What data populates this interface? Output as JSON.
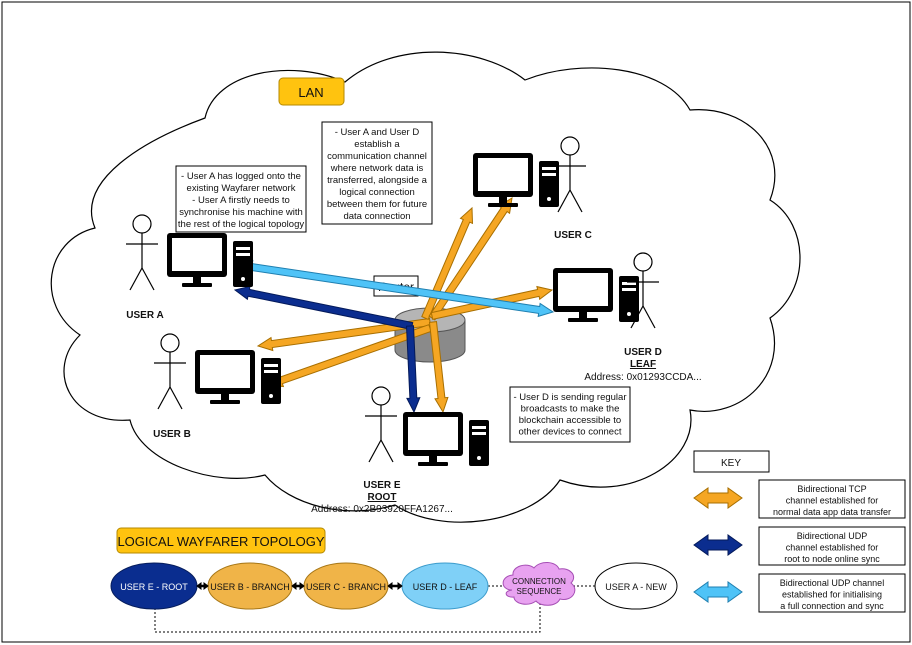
{
  "lan": {
    "label": "LAN"
  },
  "router": {
    "label": "Router"
  },
  "users": {
    "a": {
      "name": "USER A"
    },
    "b": {
      "name": "USER B"
    },
    "c": {
      "name": "USER C"
    },
    "d": {
      "name": "USER D",
      "role": "LEAF",
      "address": "Address: 0x01293CCDA..."
    },
    "e": {
      "name": "USER E",
      "role": "ROOT",
      "address": "Address: 0x2B93920FFA1267..."
    }
  },
  "notes": {
    "user_a": [
      "- User A has logged onto the",
      "existing Wayfarer network",
      "- User A firstly needs to",
      "synchronise his machine with",
      "the rest of the logical topology"
    ],
    "user_ad": [
      "- User A and User D",
      "establish a",
      "communication channel",
      "where network data is",
      "transferred, alongside a",
      "logical connection",
      "between them for future",
      "data connection"
    ],
    "user_d": [
      "- User D is sending regular",
      "broadcasts to make the",
      "blockchain accessible to",
      "other devices to connect"
    ]
  },
  "key": {
    "title": "KEY",
    "tcp": [
      "Bidirectional TCP",
      "channel established for",
      "normal data app data transfer"
    ],
    "udp_sync": [
      "Bidirectional UDP",
      "channel established for",
      "root to node online sync"
    ],
    "udp_init": [
      "Bidirectional UDP channel",
      "established for initialising",
      "a full connection and sync"
    ]
  },
  "topology": {
    "title": "LOGICAL WAYFARER TOPOLOGY",
    "nodes": {
      "root": "USER E - ROOT",
      "branch_b": "USER B - BRANCH",
      "branch_c": "USER C - BRANCH",
      "leaf": "USER D - LEAF",
      "sequence": [
        "CONNECTION",
        "SEQUENCE"
      ],
      "new": "USER A - NEW"
    }
  },
  "colors": {
    "tcp_orange": "#f5a623",
    "udp_dark_blue": "#0b2d8f",
    "udp_light_blue": "#4fc3f7",
    "badge_yellow": "#ffc30f",
    "root_node": "#0a2d8f",
    "branch_node": "#f0b448",
    "leaf_node": "#7fd0f7",
    "sequence_cloud": "#e8a2f0"
  }
}
